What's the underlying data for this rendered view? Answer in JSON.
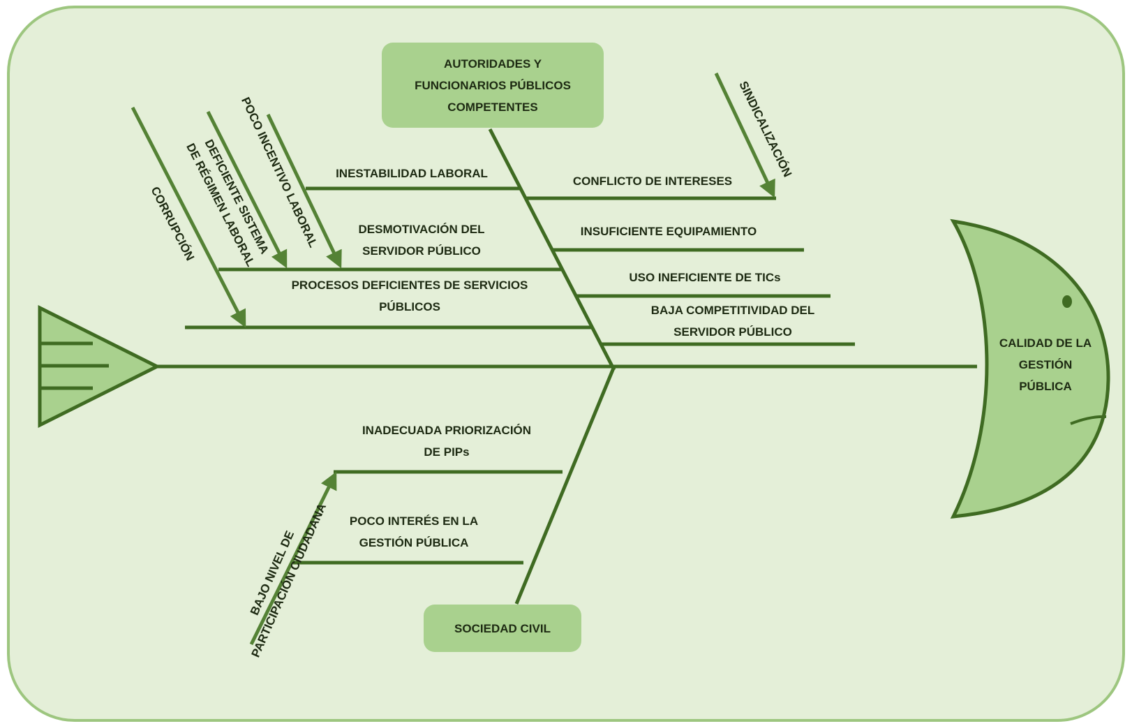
{
  "colors": {
    "background": "#e4efd8",
    "panel_border": "#9dc67f",
    "bone": "#3f6b22",
    "box_fill": "#a9d18e",
    "head_fill": "#a9d18e",
    "arrow": "#548235",
    "text": "#1d2a12"
  },
  "categories": {
    "top": [
      "AUTORIDADES Y",
      "FUNCIONARIOS PÚBLICOS",
      "COMPETENTES"
    ],
    "bottom": "SOCIEDAD CIVIL"
  },
  "effect": [
    "CALIDAD DE LA",
    "GESTIÓN",
    "PÚBLICA"
  ],
  "causes": {
    "inestabilidad": "INESTABILIDAD LABORAL",
    "desmotivacion": [
      "DESMOTIVACIÓN DEL",
      "SERVIDOR PÚBLICO"
    ],
    "procesos": [
      "PROCESOS DEFICIENTES DE SERVICIOS",
      "PÚBLICOS"
    ],
    "conflicto": "CONFLICTO DE INTERESES",
    "equipamiento": "INSUFICIENTE EQUIPAMIENTO",
    "tics": "USO INEFICIENTE DE TICs",
    "competitividad": [
      "BAJA COMPETITIVIDAD DEL",
      "SERVIDOR PÚBLICO"
    ],
    "priorizacion": [
      "INADECUADA PRIORIZACIÓN",
      "DE PIPs"
    ],
    "interes": [
      "POCO INTERÉS EN LA",
      "GESTIÓN PÚBLICA"
    ]
  },
  "subcauses": {
    "corrupcion": "CORRUPCIÓN",
    "regimen": [
      "DEFICIENTE SISTEMA",
      "DE RÉGIMEN LABORAL"
    ],
    "incentivo": "POCO INCENTIVO LABORAL",
    "sindicalizacion": "SINDICALIZACIÓN",
    "participacion": [
      "BAJO NIVEL DE",
      "PARTICIPACIÓN CIUDADANA"
    ]
  }
}
